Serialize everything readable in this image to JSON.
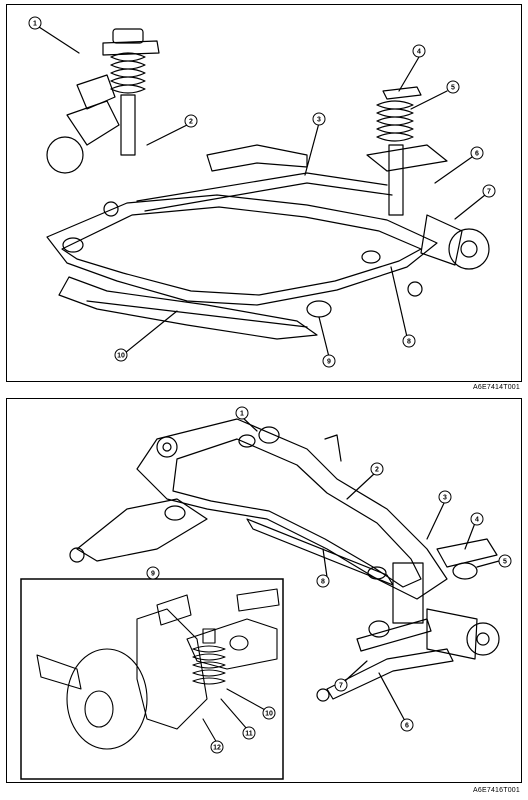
{
  "figures": [
    {
      "id": "front",
      "code": "A6E7414T001",
      "callouts": [
        "1",
        "2",
        "3",
        "4",
        "5",
        "6",
        "7",
        "8",
        "9",
        "10"
      ]
    },
    {
      "id": "rear",
      "code": "A6E7416T001",
      "callouts": [
        "1",
        "2",
        "3",
        "4",
        "5",
        "6",
        "7",
        "8",
        "9",
        "10",
        "11",
        "12"
      ]
    }
  ],
  "colors": {
    "line": "#000000",
    "background": "#ffffff"
  }
}
